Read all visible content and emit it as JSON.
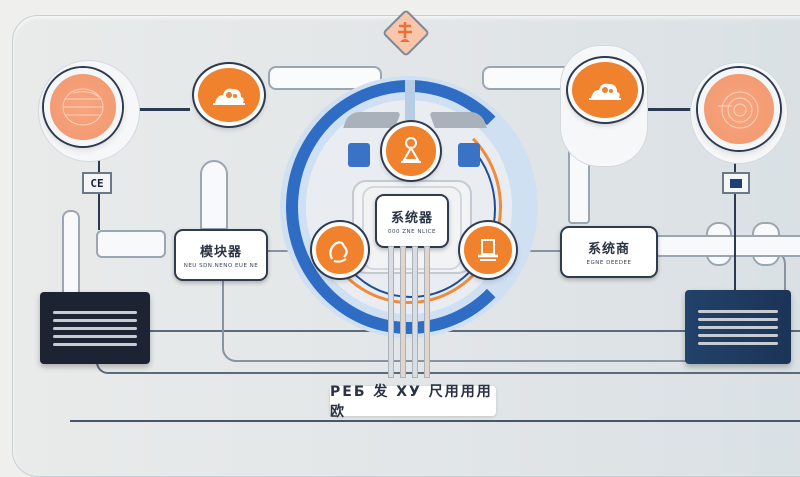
{
  "diagram": {
    "top_badge": {
      "icon": "person-node-icon",
      "color": "#f5b89a"
    },
    "center_hub": {
      "title": "系统器",
      "subtitle": "000 ZNE NLICE",
      "top_icon": "volcano-icon",
      "left_icon": "hand-icon",
      "right_icon": "desk-icon",
      "outer_ring_color": "#2f6cc4",
      "inner_ring_color": "#f08a3c"
    },
    "left_node": {
      "title": "模块器",
      "subtitle": "NEU SDN.NENO EUE NE",
      "orange_icon": "cloud-cluster-icon",
      "peach_icon": "globe-lines-icon",
      "chip_label": "CE"
    },
    "right_node": {
      "title": "系统商",
      "subtitle": "EGNE DEEDEE",
      "orange_icon": "cloud-cluster-icon",
      "peach_icon": "spiral-icon",
      "chip_label": "■"
    },
    "left_server": {
      "color": "#1c2333",
      "bars": 5
    },
    "right_server": {
      "color": "#1e3a5f",
      "bars": 5
    },
    "bottom_banner": {
      "text": "РЕБ 发 ХУ 尺用用用欧"
    },
    "colors": {
      "orange": "#f0812d",
      "peach": "#f49b73",
      "navy": "#2e3b50",
      "blue": "#2f6cc4",
      "background": "#efefed"
    }
  }
}
